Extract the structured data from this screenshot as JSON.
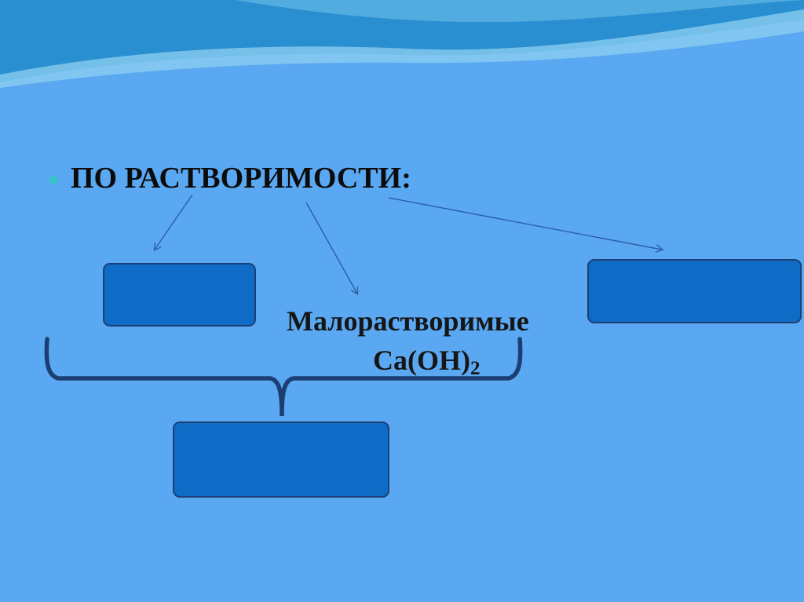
{
  "slide": {
    "heading": "ПО РАСТВОРИМОСТИ:",
    "slightly_soluble": {
      "label": "Малорастворимые",
      "formula_main": "Ca(OH)",
      "formula_sub": "2"
    }
  },
  "colors": {
    "background": "#5aa8f2",
    "wave_top": "#2a93d4",
    "wave_light": "#8fd0f0",
    "box_fill": "#0f6cc6",
    "box_border": "#1e3f73",
    "arrow": "#2c5ea3",
    "bracket": "#1b3f72",
    "bullet": "#38c4c8"
  },
  "icons": {
    "bullet": "bullet-dot-icon"
  }
}
